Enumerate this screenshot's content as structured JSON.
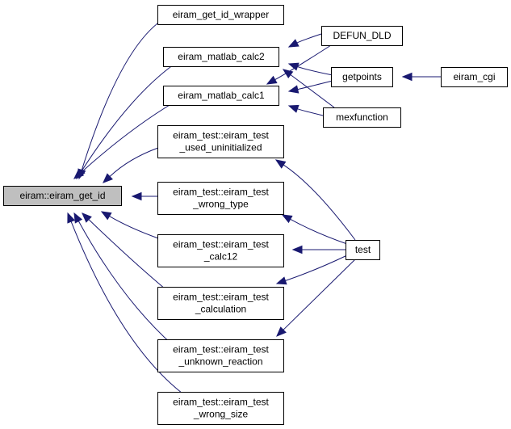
{
  "graph": {
    "nodes": [
      {
        "id": "root",
        "label_lines": [
          "eiram::eiram_get_id"
        ],
        "root": true
      },
      {
        "id": "wrapper",
        "label_lines": [
          "eiram_get_id_wrapper"
        ]
      },
      {
        "id": "calc2",
        "label_lines": [
          "eiram_matlab_calc2"
        ]
      },
      {
        "id": "calc1",
        "label_lines": [
          "eiram_matlab_calc1"
        ]
      },
      {
        "id": "used_uninit",
        "label_lines": [
          "eiram_test::eiram_test",
          "_used_uninitialized"
        ]
      },
      {
        "id": "wrong_type",
        "label_lines": [
          "eiram_test::eiram_test",
          "_wrong_type"
        ]
      },
      {
        "id": "calc12",
        "label_lines": [
          "eiram_test::eiram_test",
          "_calc12"
        ]
      },
      {
        "id": "calculation",
        "label_lines": [
          "eiram_test::eiram_test",
          "_calculation"
        ]
      },
      {
        "id": "unknown_reaction",
        "label_lines": [
          "eiram_test::eiram_test",
          "_unknown_reaction"
        ]
      },
      {
        "id": "wrong_size",
        "label_lines": [
          "eiram_test::eiram_test",
          "_wrong_size"
        ]
      },
      {
        "id": "defun_dld",
        "label_lines": [
          "DEFUN_DLD"
        ]
      },
      {
        "id": "getpoints",
        "label_lines": [
          "getpoints"
        ]
      },
      {
        "id": "mexfunction",
        "label_lines": [
          "mexfunction"
        ]
      },
      {
        "id": "eiram_cgi",
        "label_lines": [
          "eiram_cgi"
        ]
      },
      {
        "id": "test",
        "label_lines": [
          "test"
        ]
      }
    ],
    "edges": [
      {
        "from": "wrapper",
        "to": "root"
      },
      {
        "from": "calc2",
        "to": "root"
      },
      {
        "from": "calc1",
        "to": "root"
      },
      {
        "from": "used_uninit",
        "to": "root"
      },
      {
        "from": "wrong_type",
        "to": "root"
      },
      {
        "from": "calc12",
        "to": "root"
      },
      {
        "from": "calculation",
        "to": "root"
      },
      {
        "from": "unknown_reaction",
        "to": "root"
      },
      {
        "from": "wrong_size",
        "to": "root"
      },
      {
        "from": "defun_dld",
        "to": "calc2"
      },
      {
        "from": "getpoints",
        "to": "calc2"
      },
      {
        "from": "mexfunction",
        "to": "calc2"
      },
      {
        "from": "defun_dld",
        "to": "calc1"
      },
      {
        "from": "getpoints",
        "to": "calc1"
      },
      {
        "from": "mexfunction",
        "to": "calc1"
      },
      {
        "from": "eiram_cgi",
        "to": "getpoints"
      },
      {
        "from": "test",
        "to": "used_uninit"
      },
      {
        "from": "test",
        "to": "wrong_type"
      },
      {
        "from": "test",
        "to": "calc12"
      },
      {
        "from": "test",
        "to": "calculation"
      },
      {
        "from": "test",
        "to": "unknown_reaction"
      }
    ]
  }
}
